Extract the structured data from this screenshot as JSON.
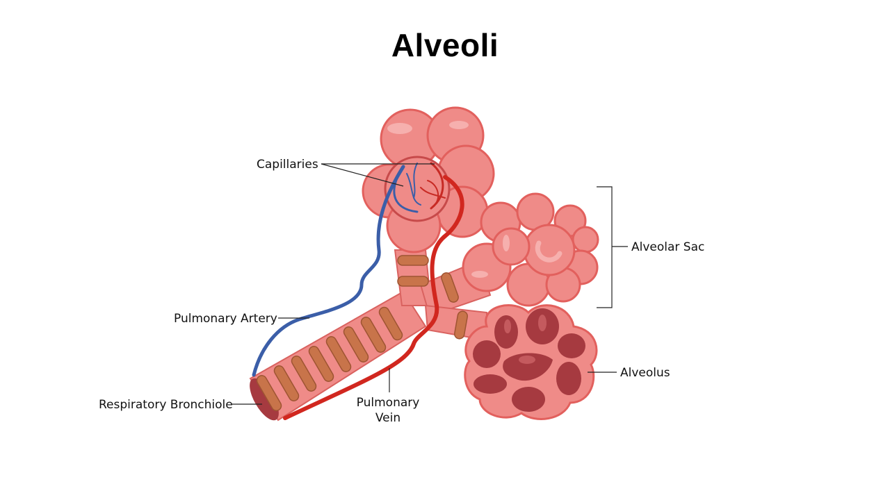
{
  "title": "Alveoli",
  "labels": {
    "capillaries": "Capillaries",
    "alveolar_sac": "Alveolar Sac",
    "pulmonary_artery": "Pulmonary Artery",
    "alveolus": "Alveolus",
    "respiratory_bronchiole": "Respiratory Bronchiole",
    "pulmonary_vein_line1": "Pulmonary",
    "pulmonary_vein_line2": "Vein"
  },
  "colors": {
    "alveoli_fill": "#ef8b88",
    "alveoli_shade": "#e2605d",
    "alveoli_highlight": "#f6b0ae",
    "alveolus_cavity": "#a63a40",
    "cartilage_ring": "#c8744a",
    "artery_blue": "#3b5ea8",
    "vein_red": "#d1271f",
    "label_line": "#333333"
  }
}
